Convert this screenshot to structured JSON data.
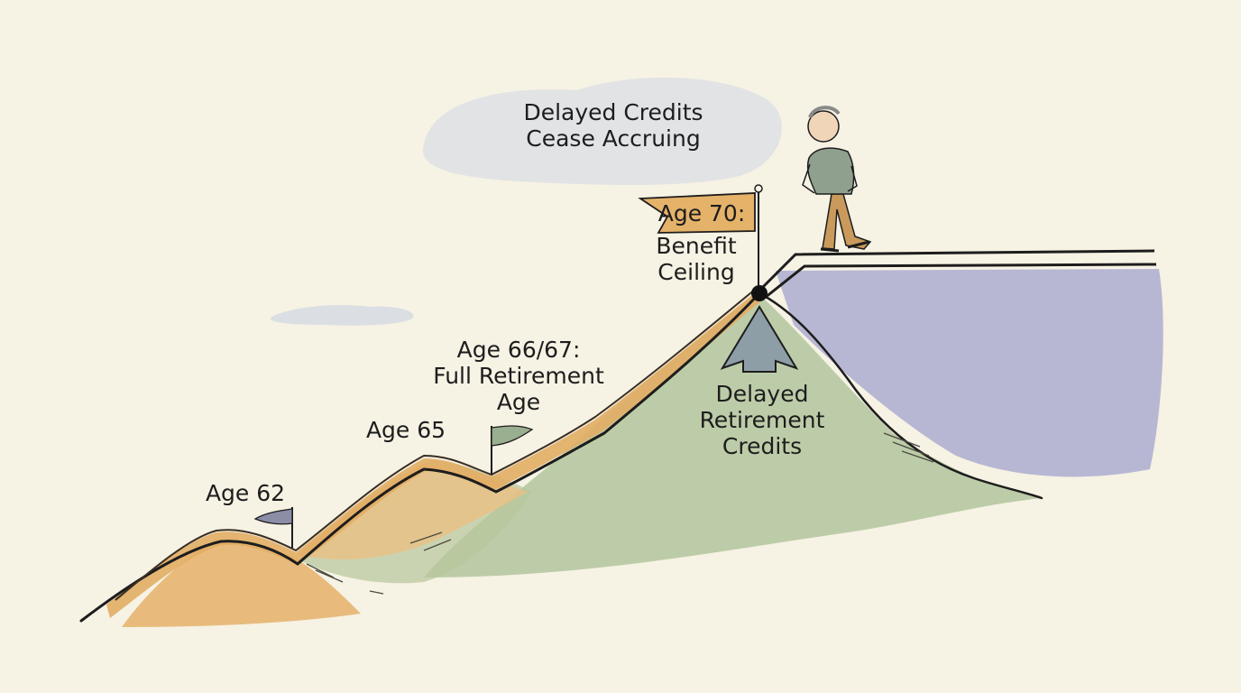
{
  "labels": {
    "cease": [
      "Delayed Credits",
      "Cease Accruing"
    ],
    "age62": "Age 62",
    "age65": "Age 65",
    "age66": [
      "Age 66/67:",
      "Full Retirement",
      "Age"
    ],
    "age70_flag": "Age 70:",
    "ceiling": [
      "Benefit",
      "Ceiling"
    ],
    "drc": [
      "Delayed",
      "Retirement",
      "Credits"
    ]
  },
  "colors": {
    "paper": "#f6f2e4",
    "ochre": "#e5b26a",
    "sage": "#a9bf94",
    "lavender": "#8d8fc9",
    "ink": "#1d1d1d",
    "arrow": "#8e9ea7",
    "flag": "#8c8ea8"
  }
}
